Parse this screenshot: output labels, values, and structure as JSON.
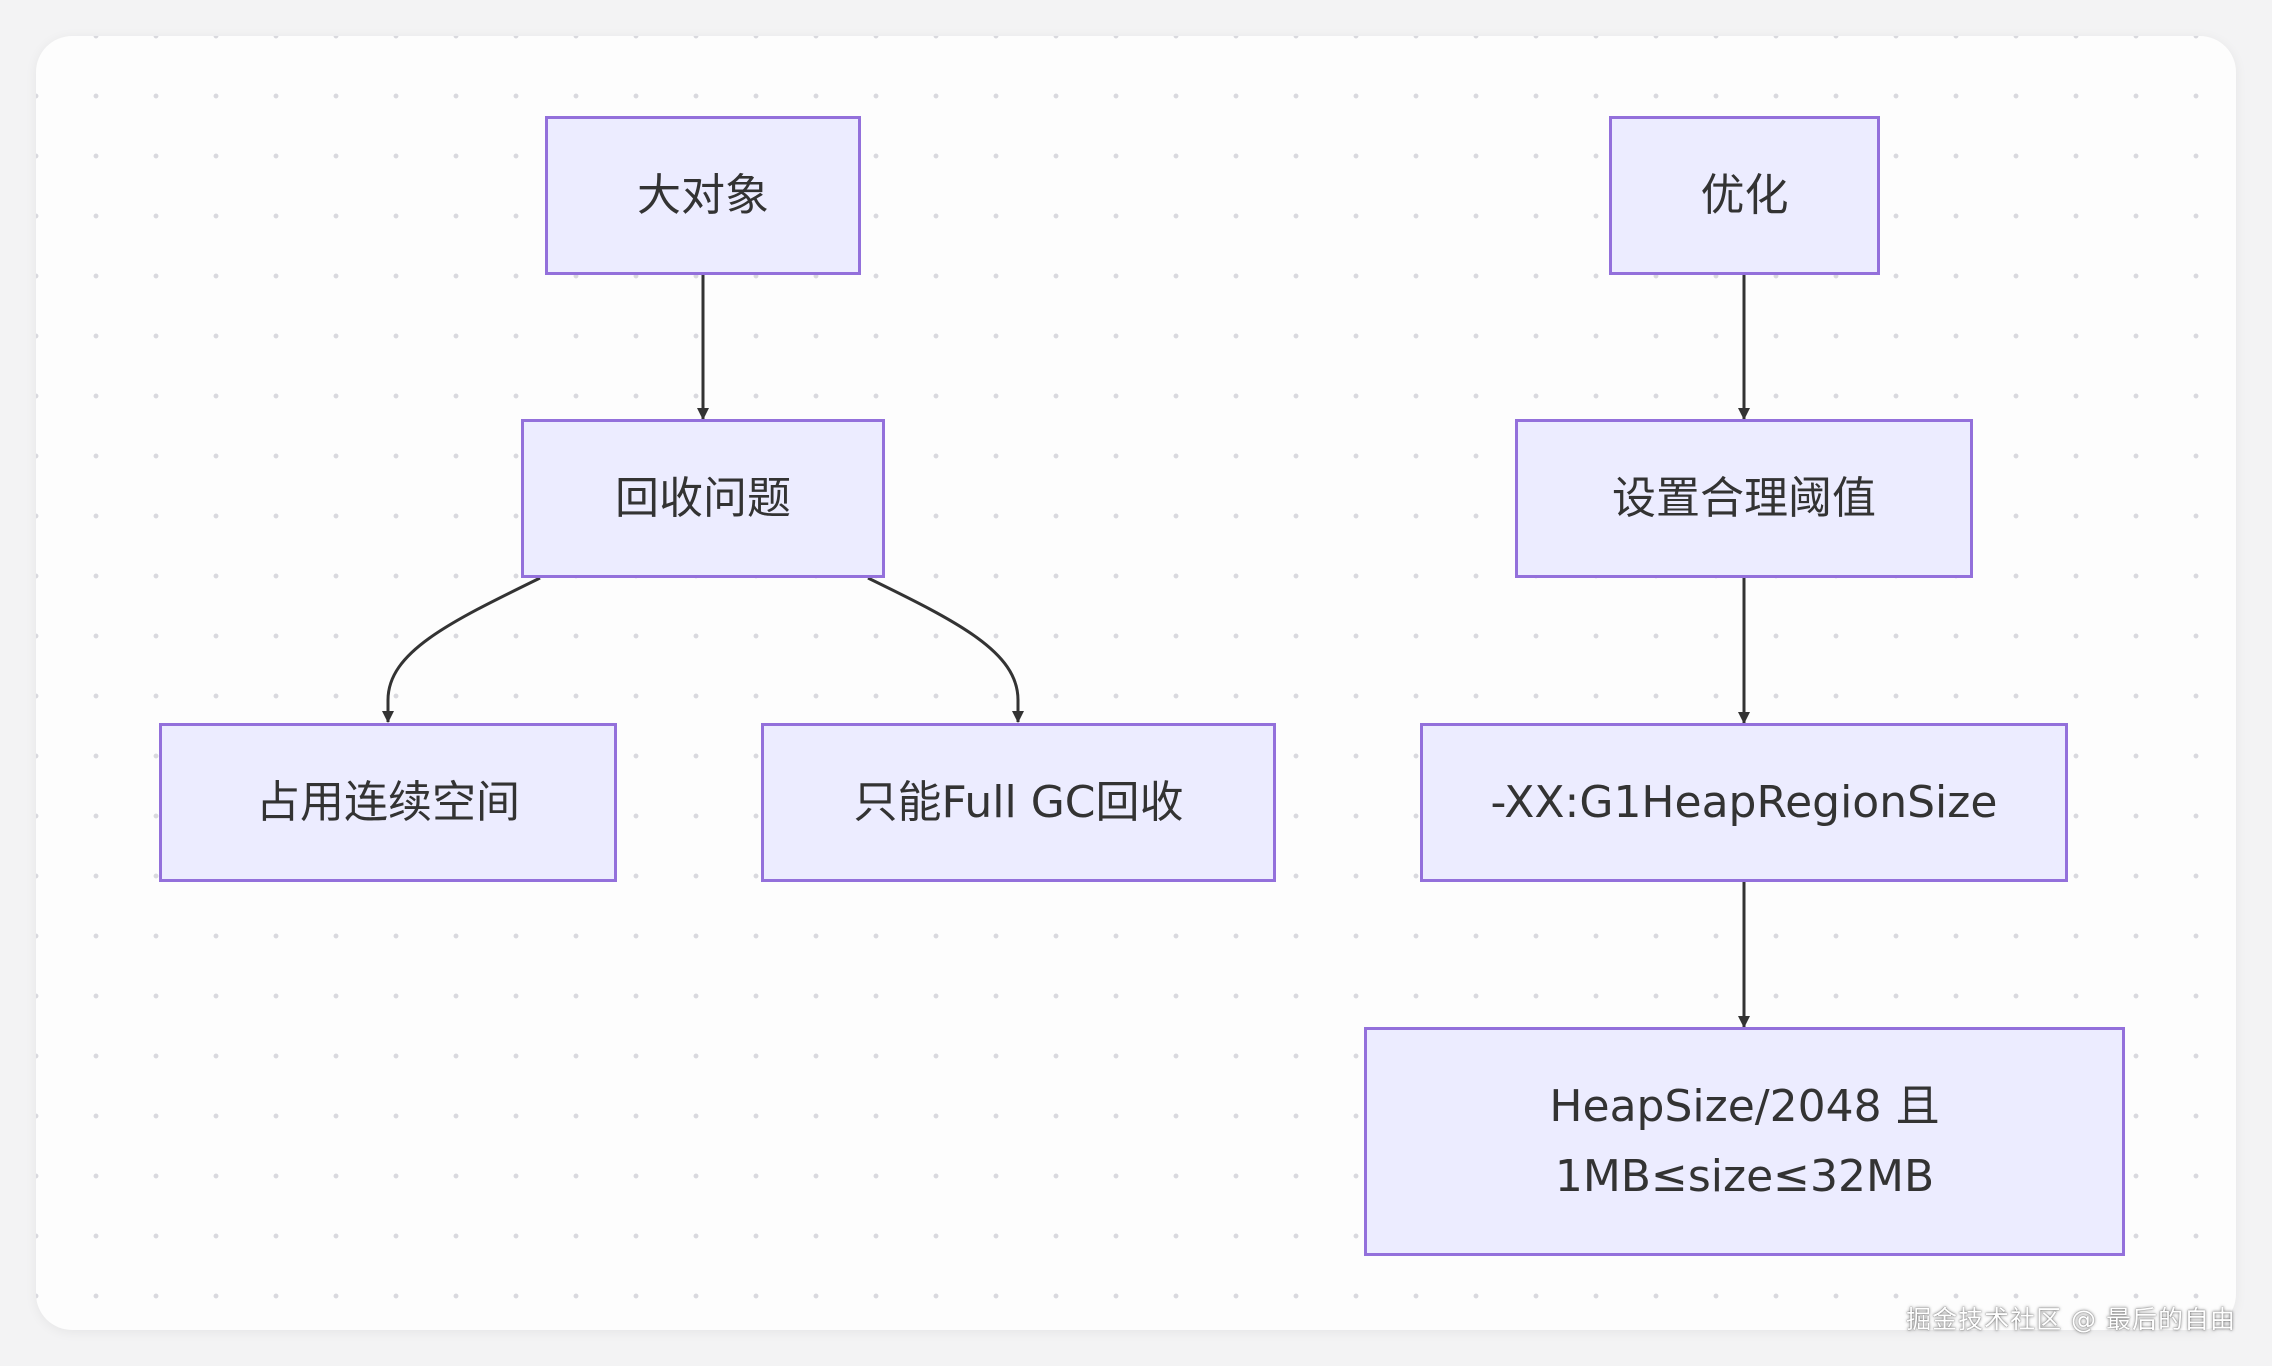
{
  "diagram": {
    "colors": {
      "node_fill": "#ececff",
      "node_border": "#9370db",
      "edge": "#333333",
      "text": "#333333"
    },
    "nodes": {
      "big_object": "大对象",
      "recycle_problem": "回收问题",
      "contiguous_space": "占用连续空间",
      "full_gc_only": "只能Full GC回收",
      "optimize": "优化",
      "set_threshold": "设置合理阈值",
      "region_size_flag": "-XX:G1HeapRegionSize",
      "heap_formula_line1": "HeapSize/2048 且",
      "heap_formula_line2": "1MB≤size≤32MB"
    },
    "edges": [
      {
        "from": "big_object",
        "to": "recycle_problem"
      },
      {
        "from": "recycle_problem",
        "to": "contiguous_space"
      },
      {
        "from": "recycle_problem",
        "to": "full_gc_only"
      },
      {
        "from": "optimize",
        "to": "set_threshold"
      },
      {
        "from": "set_threshold",
        "to": "region_size_flag"
      },
      {
        "from": "region_size_flag",
        "to": "heap_formula"
      }
    ]
  },
  "watermark": "掘金技术社区 @ 最后的自由"
}
